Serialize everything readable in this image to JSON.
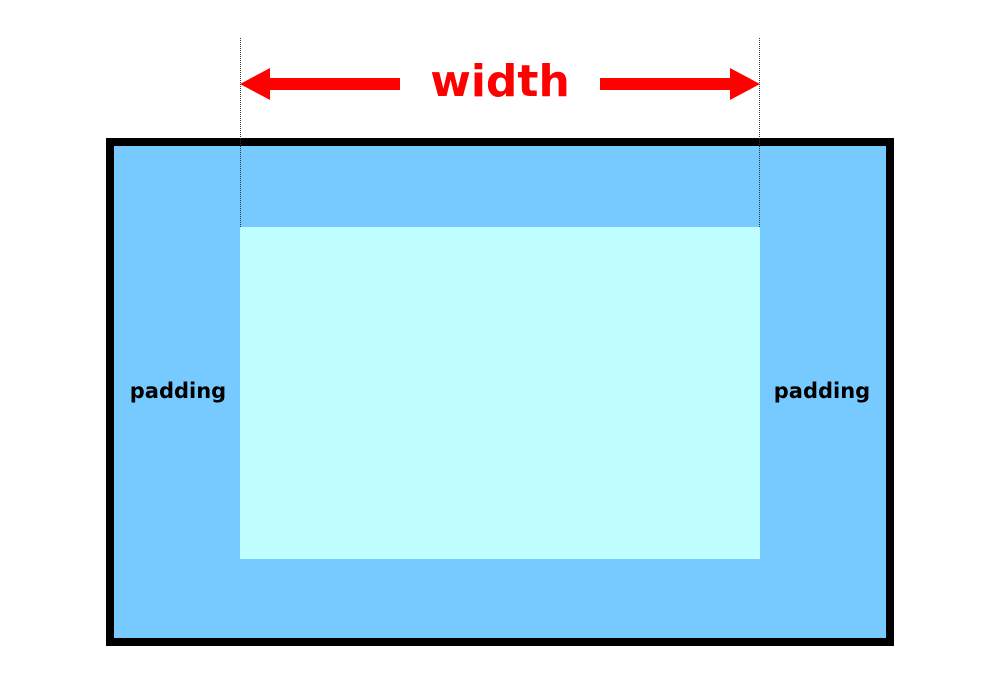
{
  "labels": {
    "width": "width",
    "padding_left": "padding",
    "padding_right": "padding"
  },
  "colors": {
    "border": "#000000",
    "padding": "#76caff",
    "content": "#c0ffff",
    "arrow": "#ff0000",
    "guide": "#333333"
  }
}
